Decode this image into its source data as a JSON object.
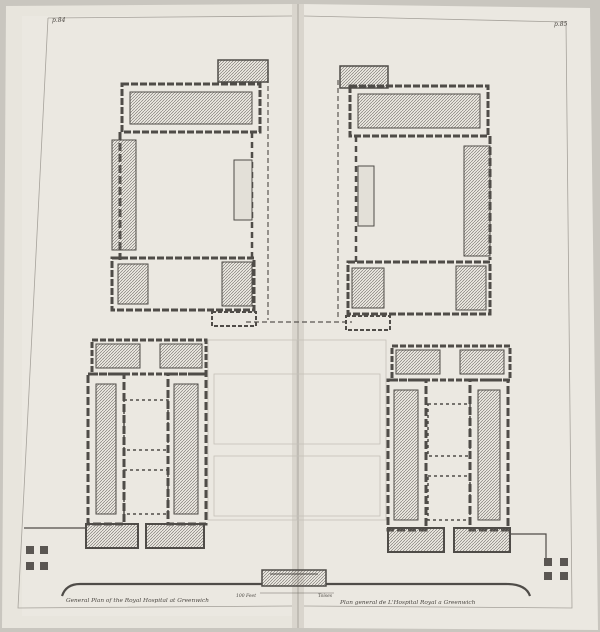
{
  "page_numbers": {
    "left": "p.84",
    "right": "p.85"
  },
  "captions": {
    "left": "General Plan of the Royal Hospital at Greenwich",
    "right": "Plan general de L'Hospital Royal a Greenwich"
  },
  "scale_bar": {
    "left_label": "100 Feet",
    "right_label": "Toises"
  },
  "colors": {
    "paper": "#e9e6de",
    "paper_shade": "#dcd8cf",
    "ink": "#4f4c48",
    "hatch": "#8a8680",
    "binding": "#b9b5ad"
  }
}
